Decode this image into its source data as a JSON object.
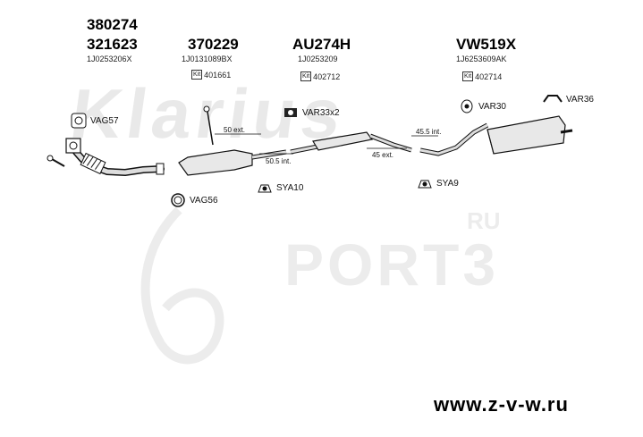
{
  "parts": {
    "p1": {
      "number_a": "380274",
      "number_b": "321623",
      "oem": "1J0253206X"
    },
    "p2": {
      "number": "370229",
      "oem": "1J0131089BX",
      "kit_badge": "Kit",
      "kit": "401661"
    },
    "p3": {
      "number": "AU274H",
      "oem": "1J0253209",
      "kit_badge": "Kit",
      "kit": "402712"
    },
    "p4": {
      "number": "VW519X",
      "oem": "1J6253609AK",
      "kit_badge": "Kit",
      "kit": "402714"
    }
  },
  "accessories": {
    "vag57": "VAG57",
    "vag56": "VAG56",
    "var33": "VAR33x2",
    "sya10": "SYA10",
    "sya9": "SYA9",
    "var30": "VAR30",
    "var36": "VAR36"
  },
  "dimensions": {
    "d1": "50 ext.",
    "d2": "50.5 int.",
    "d3": "45 ext.",
    "d4": "45.5 int."
  },
  "watermark": {
    "brand": "Klarius",
    "port": "PORT3",
    "ru": "RU"
  },
  "footer": {
    "url": "www.z-v-w.ru"
  },
  "colors": {
    "ink": "#111111",
    "pipe_fill": "#dddddd",
    "watermark": "#e6e6e6"
  }
}
